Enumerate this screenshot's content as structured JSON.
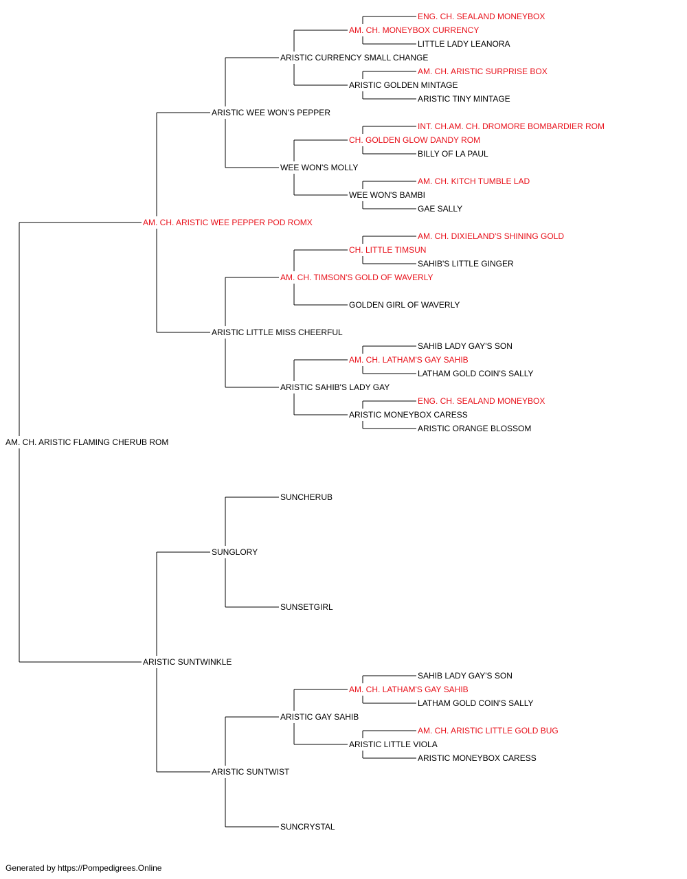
{
  "colors": {
    "champion": "#e8101a",
    "normal": "#000000",
    "line": "#000000"
  },
  "pedigree": {
    "subject": {
      "name": "AM. CH. ARISTIC FLAMING CHERUB ROM",
      "champion": false
    },
    "sire": {
      "name": "AM. CH. ARISTIC WEE PEPPER POD ROMX",
      "champion": true,
      "sire": {
        "name": "ARISTIC WEE WON'S PEPPER",
        "champion": false,
        "sire": {
          "name": "ARISTIC CURRENCY SMALL CHANGE",
          "champion": false,
          "sire": {
            "name": "AM. CH. MONEYBOX CURRENCY",
            "champion": true,
            "sire": {
              "name": "ENG. CH. SEALAND MONEYBOX",
              "champion": true
            },
            "dam": {
              "name": "LITTLE LADY LEANORA",
              "champion": false
            }
          },
          "dam": {
            "name": "ARISTIC GOLDEN MINTAGE",
            "champion": false,
            "sire": {
              "name": "AM. CH. ARISTIC SURPRISE BOX",
              "champion": true
            },
            "dam": {
              "name": "ARISTIC TINY MINTAGE",
              "champion": false
            }
          }
        },
        "dam": {
          "name": "WEE WON'S MOLLY",
          "champion": false,
          "sire": {
            "name": "CH. GOLDEN GLOW DANDY ROM",
            "champion": true,
            "sire": {
              "name": "INT. CH.AM. CH. DROMORE BOMBARDIER ROM",
              "champion": true
            },
            "dam": {
              "name": "BILLY OF LA PAUL",
              "champion": false
            }
          },
          "dam": {
            "name": "WEE WON'S BAMBI",
            "champion": false,
            "sire": {
              "name": "AM. CH. KITCH TUMBLE LAD",
              "champion": true
            },
            "dam": {
              "name": "GAE SALLY",
              "champion": false
            }
          }
        }
      },
      "dam": {
        "name": "ARISTIC LITTLE MISS CHEERFUL",
        "champion": false,
        "sire": {
          "name": "AM. CH. TIMSON'S GOLD OF WAVERLY",
          "champion": true,
          "sire": {
            "name": "CH. LITTLE TIMSUN",
            "champion": true,
            "sire": {
              "name": "AM. CH. DIXIELAND'S SHINING GOLD",
              "champion": true
            },
            "dam": {
              "name": "SAHIB'S LITTLE GINGER",
              "champion": false
            }
          },
          "dam": {
            "name": "GOLDEN GIRL OF WAVERLY",
            "champion": false
          }
        },
        "dam": {
          "name": "ARISTIC SAHIB'S LADY GAY",
          "champion": false,
          "sire": {
            "name": "AM. CH. LATHAM'S GAY SAHIB",
            "champion": true,
            "sire": {
              "name": "SAHIB LADY GAY'S SON",
              "champion": false
            },
            "dam": {
              "name": "LATHAM GOLD COIN'S SALLY",
              "champion": false
            }
          },
          "dam": {
            "name": "ARISTIC MONEYBOX CARESS",
            "champion": false,
            "sire": {
              "name": "ENG. CH. SEALAND MONEYBOX",
              "champion": true
            },
            "dam": {
              "name": "ARISTIC ORANGE BLOSSOM",
              "champion": false
            }
          }
        }
      }
    },
    "dam": {
      "name": "ARISTIC SUNTWINKLE",
      "champion": false,
      "sire": {
        "name": "SUNGLORY",
        "champion": false,
        "sire": {
          "name": "SUNCHERUB",
          "champion": false
        },
        "dam": {
          "name": "SUNSETGIRL",
          "champion": false
        }
      },
      "dam": {
        "name": "ARISTIC SUNTWIST",
        "champion": false,
        "sire": {
          "name": "ARISTIC GAY SAHIB",
          "champion": false,
          "sire": {
            "name": "AM. CH. LATHAM'S GAY SAHIB",
            "champion": true,
            "sire": {
              "name": "SAHIB LADY GAY'S SON",
              "champion": false
            },
            "dam": {
              "name": "LATHAM GOLD COIN'S SALLY",
              "champion": false
            }
          },
          "dam": {
            "name": "ARISTIC LITTLE VIOLA",
            "champion": false,
            "sire": {
              "name": "AM. CH. ARISTIC LITTLE GOLD BUG",
              "champion": true
            },
            "dam": {
              "name": "ARISTIC MONEYBOX CARESS",
              "champion": false
            }
          }
        },
        "dam": {
          "name": "SUNCRYSTAL",
          "champion": false
        }
      }
    }
  },
  "footer": {
    "text": "Generated by https://Pompedigrees.Online"
  }
}
